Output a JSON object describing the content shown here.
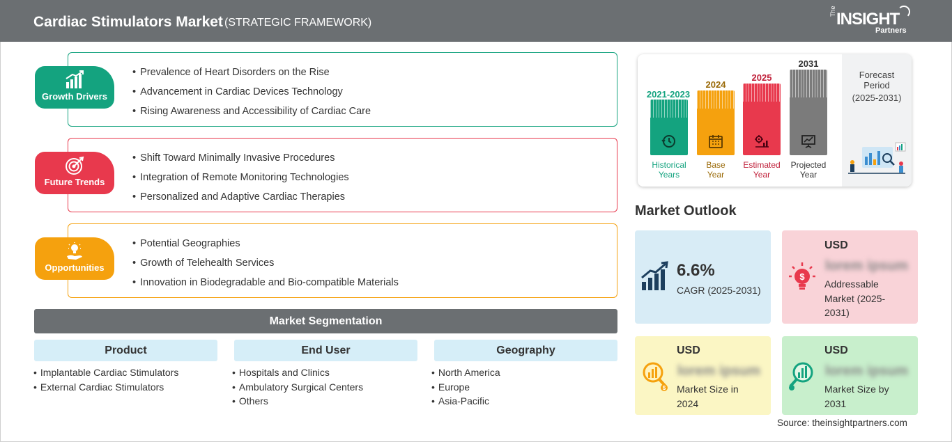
{
  "header": {
    "title": "Cardiac Stimulators Market",
    "subtitle": "(STRATEGIC FRAMEWORK)",
    "logo": {
      "the": "The",
      "main": "INSIGHT",
      "partners": "Partners"
    }
  },
  "factors": [
    {
      "label": "Growth Drivers",
      "color": "#14a37f",
      "icon": "bar-chart-growth-icon",
      "items": [
        "Prevalence of Heart Disorders on the Rise",
        "Advancement in Cardiac Devices Technology",
        "Rising Awareness and Accessibility of Cardiac Care"
      ]
    },
    {
      "label": "Future Trends",
      "color": "#e8394d",
      "icon": "target-icon",
      "items": [
        "Shift Toward Minimally Invasive Procedures",
        "Integration of Remote Monitoring Technologies",
        "Personalized and Adaptive Cardiac Therapies"
      ]
    },
    {
      "label": "Opportunities",
      "color": "#f5a10e",
      "icon": "lightbulb-hand-icon",
      "items": [
        "Potential Geographies",
        "Growth of Telehealth Services",
        "Innovation in Biodegradable and Bio-compatible Materials"
      ]
    }
  ],
  "segmentation": {
    "title": "Market Segmentation",
    "columns": [
      {
        "heading": "Product",
        "items": [
          "Implantable Cardiac Stimulators",
          "External Cardiac Stimulators"
        ]
      },
      {
        "heading": "End User",
        "items": [
          "Hospitals and Clinics",
          "Ambulatory Surgical Centers",
          "Others"
        ]
      },
      {
        "heading": "Geography",
        "items": [
          "North America",
          "Europe",
          "Asia-Pacific"
        ]
      }
    ]
  },
  "timeline": {
    "bars": [
      {
        "year": "2021-2023",
        "caption": [
          "Historical",
          "Years"
        ],
        "color": "#14a37f",
        "icon": "history-clock-icon"
      },
      {
        "year": "2024",
        "caption": [
          "Base",
          "Year"
        ],
        "color": "#f5a10e",
        "icon": "calendar-icon"
      },
      {
        "year": "2025",
        "caption": [
          "Estimated",
          "Year"
        ],
        "color": "#e8394d",
        "icon": "gears-chart-icon"
      },
      {
        "year": "2031",
        "caption": [
          "Projected",
          "Year"
        ],
        "color": "#7b7b7b",
        "icon": "presentation-board-icon"
      }
    ],
    "forecast": {
      "title": "Forecast Period",
      "range": "(2025-2031)"
    }
  },
  "outlook": {
    "title": "Market Outlook",
    "cagr": {
      "value": "6.6%",
      "label": "CAGR (2025-2031)",
      "color": "#d8ecf6"
    },
    "addressable": {
      "usd": "USD",
      "value": "lorem ipsum",
      "label": "Addressable Market (2025-2031)",
      "color": "#f9d3d8"
    },
    "size_2024": {
      "usd": "USD",
      "value": "lorem ipsum",
      "label": "Market Size in 2024",
      "color": "#fbf6c4"
    },
    "size_2031": {
      "usd": "USD",
      "value": "lorem ipsum",
      "label": "Market Size by 2031",
      "color": "#c8efcc"
    }
  },
  "source": "Source: theinsightpartners.com"
}
